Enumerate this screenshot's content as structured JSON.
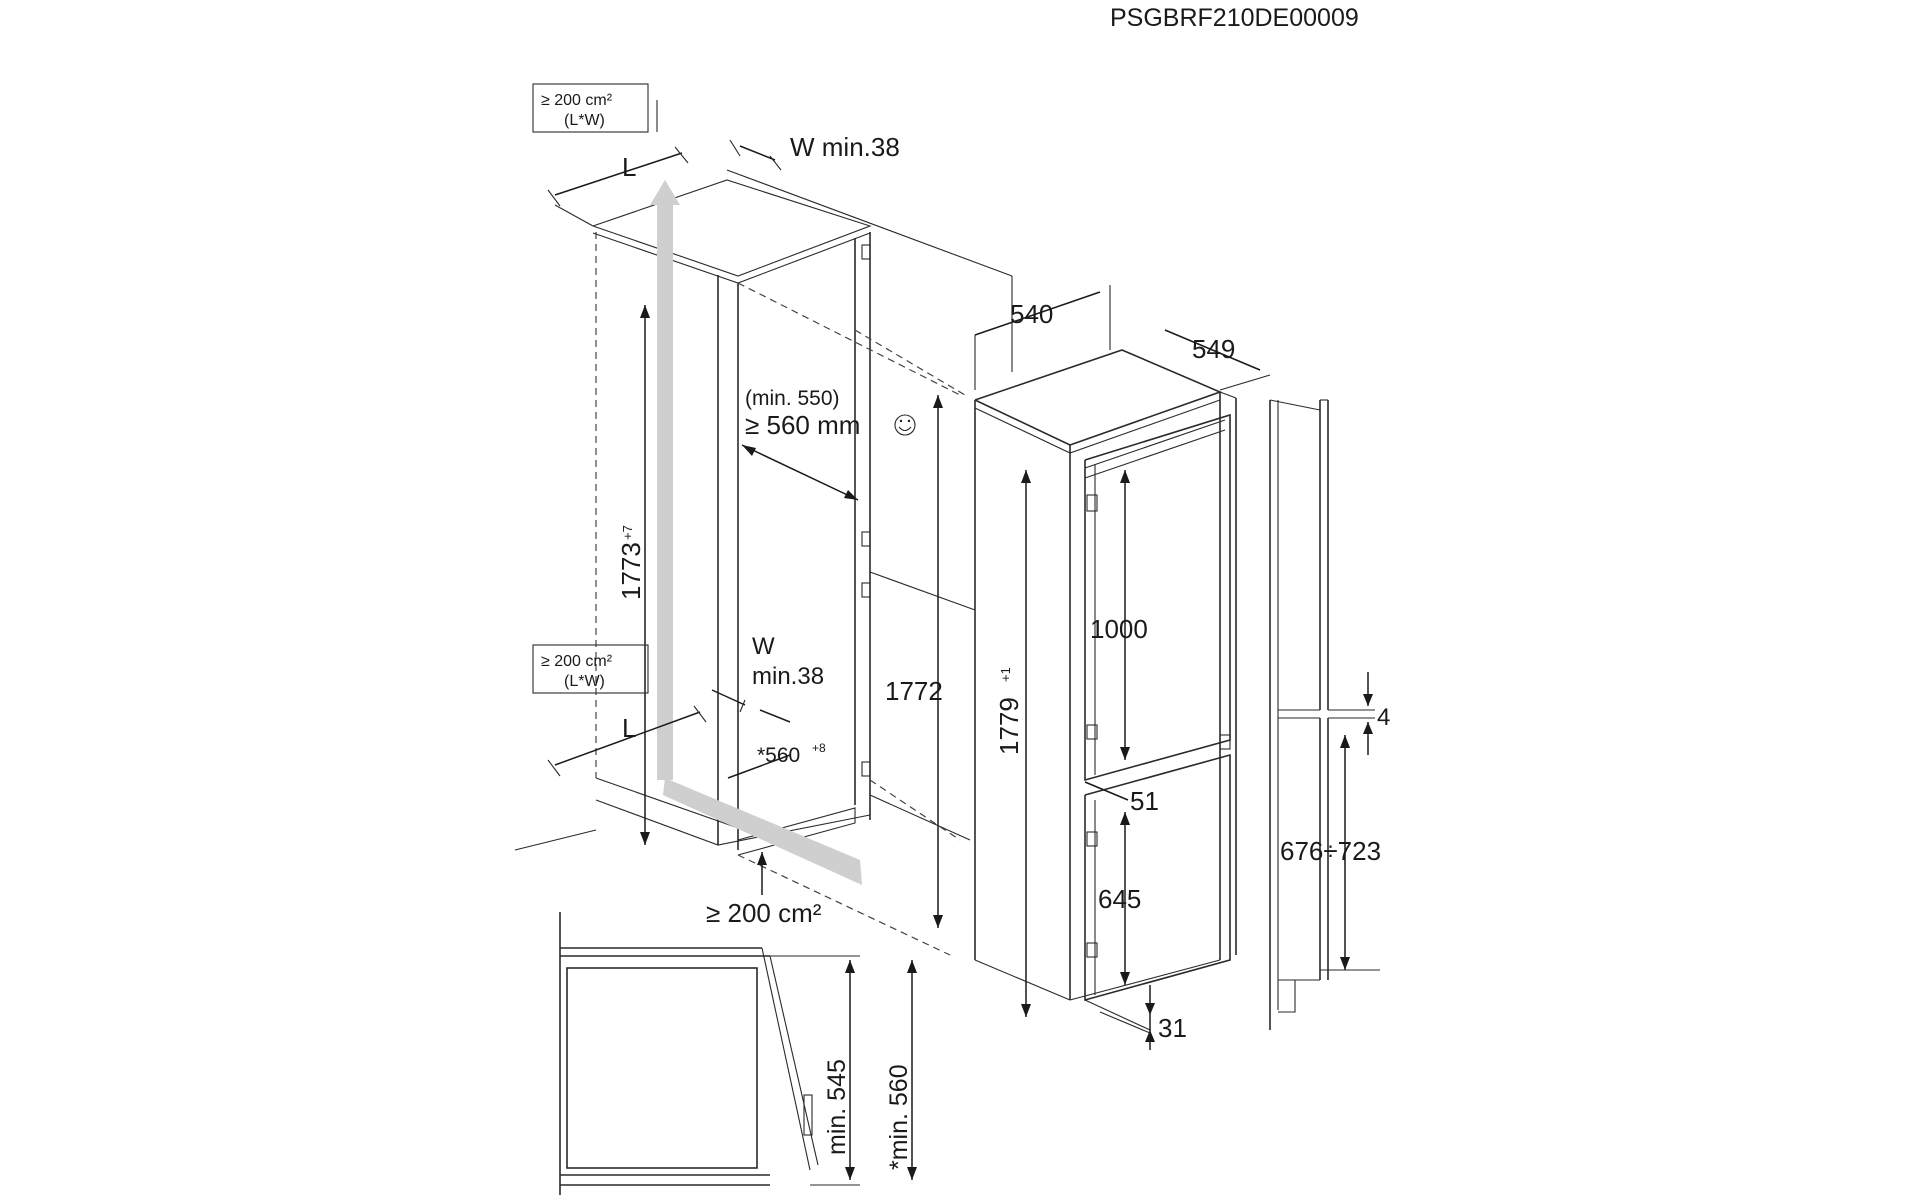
{
  "header": {
    "code": "PSGBRF210DE00009"
  },
  "labels": {
    "vent_top_box_l1": "≥ 200 cm²",
    "vent_top_box_l2": "(L*W)",
    "vent_mid_box_l1": "≥ 200 cm²",
    "vent_mid_box_l2": "(L*W)",
    "L_top": "L",
    "L_bottom": "L",
    "w_min_top": "W min.38",
    "w_label_mid": "W",
    "w_min_mid": "min.38",
    "depth_min": "(min. 550)",
    "depth_rec": "≥ 560 mm",
    "niche_height": "1773",
    "niche_height_sup": "+7",
    "niche_width": "*560",
    "niche_width_sup": "+8",
    "vent_bottom": "≥ 200 cm²",
    "width_540": "540",
    "depth_549": "549",
    "height_1772": "1772",
    "height_1779": "1779",
    "height_1779_sup": "+1",
    "upper_door_1000": "1000",
    "gap_51": "51",
    "lower_door_645": "645",
    "bottom_31": "31",
    "gap_4": "4",
    "range_676_723": "676÷723",
    "side_min545": "min. 545",
    "side_min560": "*min. 560"
  },
  "colors": {
    "line": "#2a2a2a",
    "airflow": "#cfcfcf",
    "background": "#ffffff"
  }
}
